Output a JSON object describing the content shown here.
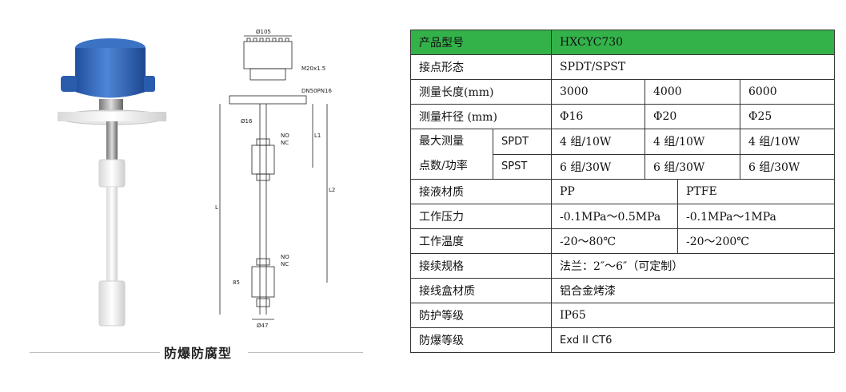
{
  "caption": "防爆防腐型",
  "drawing_labels": {
    "d105": "Ø105",
    "thread": "M20x1.5",
    "flange": "DN50PN16",
    "d16": "Ø16",
    "noNc": [
      "NO",
      "NC"
    ],
    "l1": "L1",
    "l2": "L2",
    "L": "L",
    "d47": "Ø47",
    "dim85": "85"
  },
  "table": {
    "model": {
      "label": "产品型号",
      "value": "HXCYC730"
    },
    "contact": {
      "label": "接点形态",
      "value": "SPDT/SPST"
    },
    "length": {
      "label": "测量长度(mm)",
      "values": [
        "3000",
        "4000",
        "6000"
      ]
    },
    "rod": {
      "label": "测量杆径 (mm)",
      "values": [
        "Φ16",
        "Φ20",
        "Φ25"
      ]
    },
    "maxpoints": {
      "label_line1": "最大测量",
      "label_line2": "点数/功率",
      "spdt": {
        "label": "SPDT",
        "values": [
          "4 组/10W",
          "4 组/10W",
          "4 组/10W"
        ]
      },
      "spst": {
        "label": "SPST",
        "values": [
          "6 组/30W",
          "6 组/30W",
          "6 组/30W"
        ]
      }
    },
    "material": {
      "label": "接液材质",
      "values": [
        "PP",
        "PTFE"
      ]
    },
    "pressure": {
      "label": "工作压力",
      "values": [
        "-0.1MPa～0.5MPa",
        "-0.1MPa～1MPa"
      ]
    },
    "temperature": {
      "label": "工作温度",
      "values": [
        "-20～80℃",
        "-20～200℃"
      ]
    },
    "connection": {
      "label": "接续规格",
      "value": "法兰：2″～6″（可定制）"
    },
    "housing": {
      "label": "接线盒材质",
      "value": "铝合金烤漆"
    },
    "protection": {
      "label": "防护等级",
      "value": "IP65"
    },
    "explosion": {
      "label": "防爆等级",
      "value": "Exd II CT6"
    }
  },
  "colors": {
    "header": "#33b24a",
    "housing": "#2f62b8",
    "white_part": "#f2f2f2"
  }
}
